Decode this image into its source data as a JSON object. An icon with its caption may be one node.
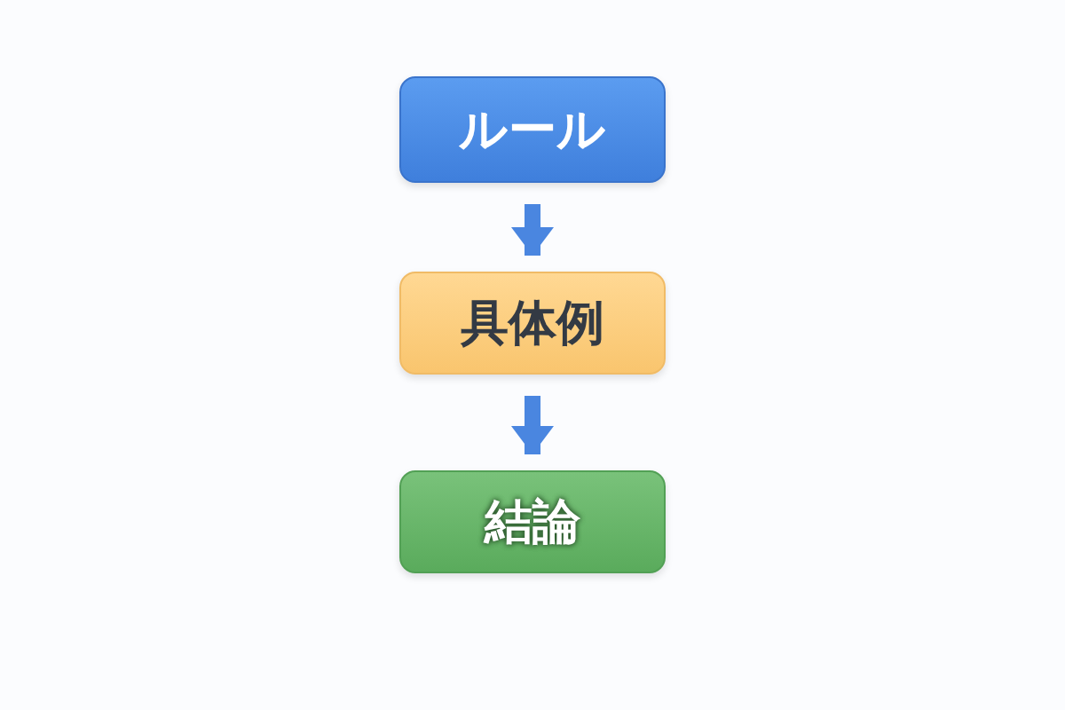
{
  "diagram": {
    "nodes": [
      {
        "text": [
          "ルール"
        ]
      },
      {
        "text": [
          "具体例"
        ]
      },
      {
        "text": [
          "結論"
        ]
      }
    ],
    "edges": [
      {
        "from": 0,
        "to": 1,
        "arrow": "to"
      },
      {
        "from": 1,
        "to": 2,
        "arrow": "to"
      }
    ]
  }
}
